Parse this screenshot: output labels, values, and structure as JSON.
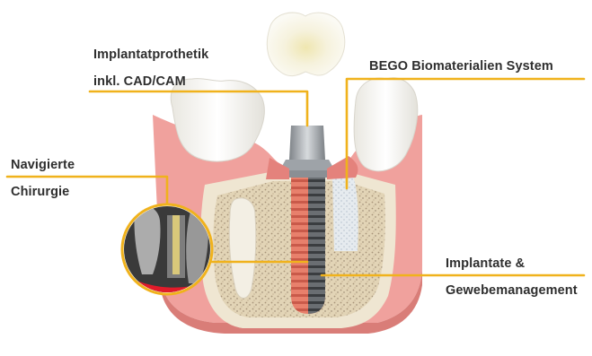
{
  "labels": {
    "implantatprothetik": {
      "line1": "Implantatprothetik",
      "line2": "inkl. CAD/CAM"
    },
    "bego": {
      "line1": "BEGO Biomaterialien System"
    },
    "navigierte": {
      "line1": "Navigierte",
      "line2": "Chirurgie"
    },
    "implantate": {
      "line1": "Implantate &",
      "line2": "Gewebemanagement"
    }
  },
  "colors": {
    "leader_line": "#f0b21c",
    "text": "#2e2e2e",
    "gum": "#ef9d99",
    "gum_shadow": "#e07e7a",
    "bone": "#d9c9a9",
    "implant_thread": "#e0705e",
    "tooth": "#f6f4ee",
    "abutment": "#9ea3a8",
    "bone_graft": "#dfe7ef",
    "xray": "#3c3c3c",
    "xray_marker": "#e21b2a"
  },
  "icons": [
    "tooth-crown-icon",
    "implant-icon",
    "xray-icon"
  ]
}
